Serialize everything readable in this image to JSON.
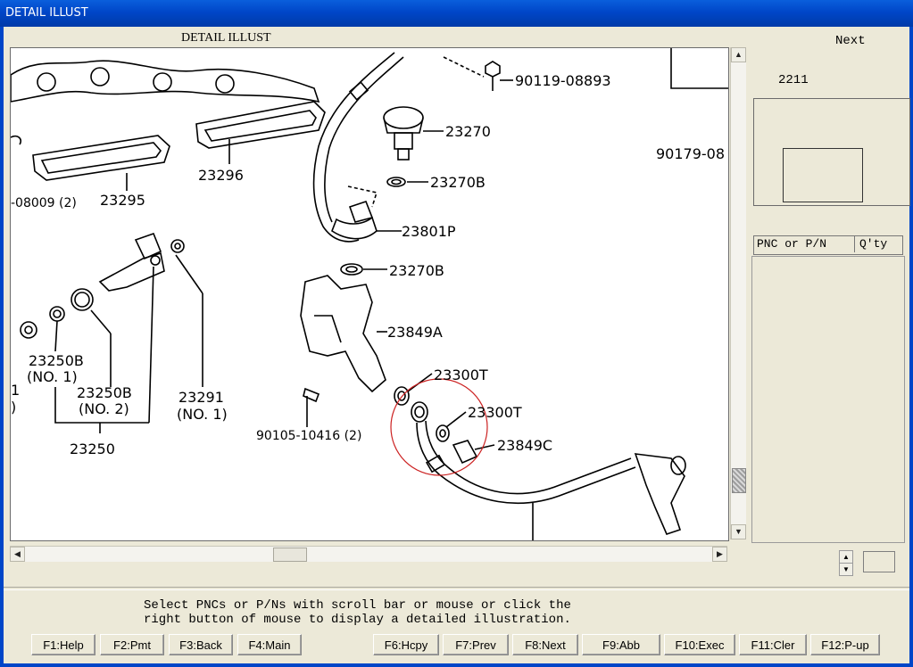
{
  "window": {
    "title": "DETAIL ILLUST"
  },
  "illustration": {
    "caption": "DETAIL ILLUST",
    "labels": [
      {
        "key": "l1",
        "text": "90119-08893"
      },
      {
        "key": "l2",
        "text": "23270"
      },
      {
        "key": "l3",
        "text": "90179-08"
      },
      {
        "key": "l4",
        "text": "23270B"
      },
      {
        "key": "l5",
        "text": "23296"
      },
      {
        "key": "l6",
        "text": "23295"
      },
      {
        "key": "l7",
        "text": "-08009 (2)"
      },
      {
        "key": "l8",
        "text": "23801P"
      },
      {
        "key": "l9",
        "text": "23270B"
      },
      {
        "key": "l10",
        "text": "23849A"
      },
      {
        "key": "l11",
        "text": "23250B"
      },
      {
        "key": "l12",
        "text": "(NO. 1)"
      },
      {
        "key": "l13",
        "text": "23250B"
      },
      {
        "key": "l14",
        "text": "(NO. 2)"
      },
      {
        "key": "l15",
        "text": "23291"
      },
      {
        "key": "l16",
        "text": "(NO. 1)"
      },
      {
        "key": "l17",
        "text": "23300T"
      },
      {
        "key": "l18",
        "text": "23300T"
      },
      {
        "key": "l19",
        "text": "23849C"
      },
      {
        "key": "l20",
        "text": "90105-10416 (2)"
      },
      {
        "key": "l21",
        "text": "23250"
      },
      {
        "key": "l22",
        "text": "1"
      },
      {
        "key": "l23",
        "text": ")"
      }
    ]
  },
  "side": {
    "next_label": "Next",
    "page_code": "2211",
    "list_columns": [
      "PNC or P/N",
      "Q'ty"
    ]
  },
  "message": {
    "line1": "Select PNCs or P/Ns with scroll bar or mouse or click the",
    "line2": "right button of mouse to display a detailed illustration."
  },
  "fkeys": {
    "f1": "F1:Help",
    "f2": "F2:Pmt",
    "f3": "F3:Back",
    "f4": "F4:Main",
    "f6": "F6:Hcpy",
    "f7": "F7:Prev",
    "f8": "F8:Next",
    "f9": "F9:Abb",
    "f10": "F10:Exec",
    "f11": "F11:Cler",
    "f12": "F12:P-up"
  },
  "colors": {
    "titlebar": "#0046c8",
    "highlight_circle": "#cc2222"
  }
}
